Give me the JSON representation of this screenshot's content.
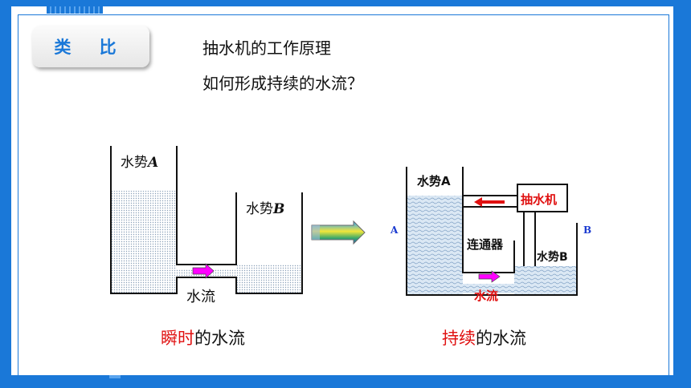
{
  "badge": {
    "label": "类 比"
  },
  "heading": {
    "title": "抽水机的工作原理",
    "question": "如何形成持续的水流？"
  },
  "left_diagram": {
    "label_a_text": "水势",
    "label_a_letter": "A",
    "label_b_text": "水势",
    "label_b_letter": "B",
    "flow_label": "水流",
    "caption_highlight": "瞬时",
    "caption_rest": "的水流"
  },
  "right_diagram": {
    "label_a": "水势A",
    "label_b": "水势B",
    "side_a": "A",
    "side_b": "B",
    "connector_label": "连通器",
    "pump_label": "抽水机",
    "flow_label": "水流",
    "caption_highlight": "持续",
    "caption_rest": "的水流"
  },
  "colors": {
    "brand": "#1a78d8",
    "highlight": "#e01010",
    "flow_arrow": "#ff00ff",
    "water": "#c9d9ea"
  }
}
